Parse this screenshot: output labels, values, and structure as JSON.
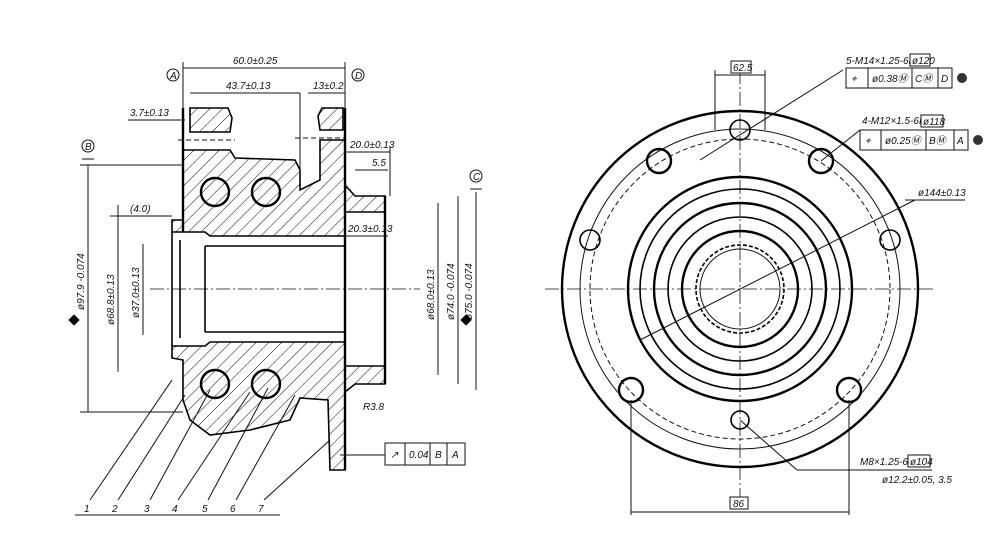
{
  "section_view": {
    "dimensions": {
      "overall_width": "60.0±0.25",
      "bearing_span": "43.7±0.13",
      "flange_thickness": "13±0.2",
      "seal_offset": "3.7±0.13",
      "pilot_length": "20.0±0.13",
      "shoulder": "5.5",
      "bore_depth": "20.3±0.13",
      "ref_length": "(4.0)",
      "radius": "R3.8",
      "dia_outer_left": "ø97.9 -0.074",
      "dia_688": "ø68.8±0.13",
      "dia_370": "ø37.0±0.13",
      "dia_680": "ø68.0±0.13",
      "dia_740": "ø74.0 -0.074",
      "dia_750": "ø75.0 -0.074"
    },
    "datums": [
      "A",
      "B",
      "C",
      "D"
    ],
    "runout_frame": {
      "symbol": "↗",
      "tolerance": "0.04",
      "datum1": "B",
      "datum2": "A"
    },
    "balloons": [
      "1",
      "2",
      "3",
      "4",
      "5",
      "6",
      "7"
    ]
  },
  "front_view": {
    "dimensions": {
      "top_width": "62.5",
      "bottom_width": "86",
      "bolt_circle": "ø144±0.13"
    },
    "callout_1": {
      "thread": "5-M14×1.25-6H",
      "bc": "ø120",
      "symbol": "⌖",
      "tol": "ø0.38Ⓜ",
      "datum1": "CⓂ",
      "datum2": "D"
    },
    "callout_2": {
      "thread": "4-M12×1.5-6H",
      "bc": "ø118",
      "symbol": "⌖",
      "tol": "ø0.25Ⓜ",
      "datum1": "BⓂ",
      "datum2": "A"
    },
    "callout_3": {
      "thread": "M8×1.25-6H",
      "bc": "ø104",
      "note": "ø12.2±0.05, 3.5"
    }
  }
}
